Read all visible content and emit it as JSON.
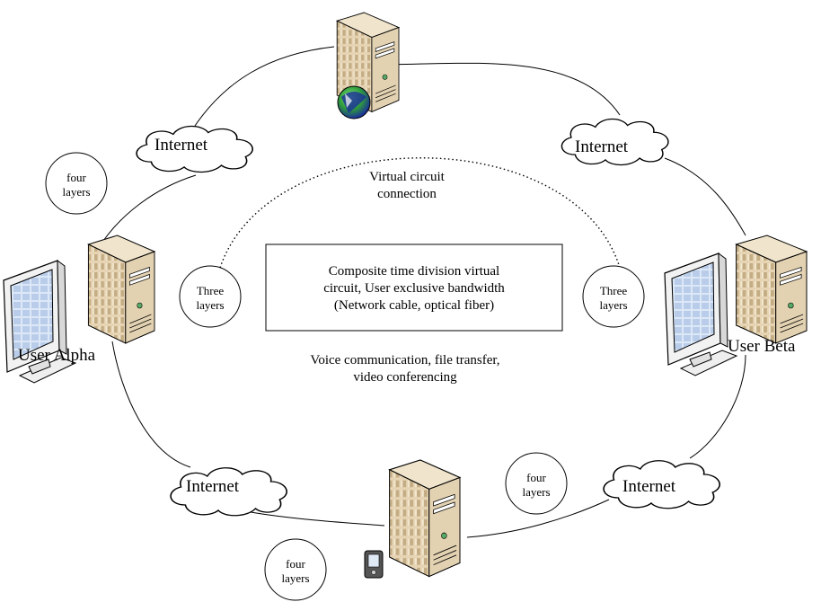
{
  "nodes": {
    "user_alpha": {
      "label": "User Alpha"
    },
    "user_beta": {
      "label": "User Beta"
    }
  },
  "clouds": [
    {
      "label": "Internet"
    },
    {
      "label": "Internet"
    },
    {
      "label": "Internet"
    },
    {
      "label": "Internet"
    }
  ],
  "layer_circles": [
    {
      "line1": "four",
      "line2": "layers"
    },
    {
      "line1": "Three",
      "line2": "layers"
    },
    {
      "line1": "Three",
      "line2": "layers"
    },
    {
      "line1": "four",
      "line2": "layers"
    },
    {
      "line1": "four",
      "line2": "layers"
    }
  ],
  "virtual_circuit": {
    "line1": "Virtual circuit",
    "line2": "connection"
  },
  "description_box": {
    "line1": "Composite time division virtual",
    "line2": "circuit, User exclusive bandwidth",
    "line3": "(Network cable, optical fiber)"
  },
  "applications": {
    "line1": "Voice communication, file transfer,",
    "line2": "video conferencing"
  },
  "colors": {
    "server_body": "#e6d4b4",
    "server_shade": "#c9b48e",
    "monitor_frame": "#f2f2f2",
    "screen": "#c8daf2",
    "globe_blue": "#2233cc",
    "globe_green": "#3fae3f"
  }
}
